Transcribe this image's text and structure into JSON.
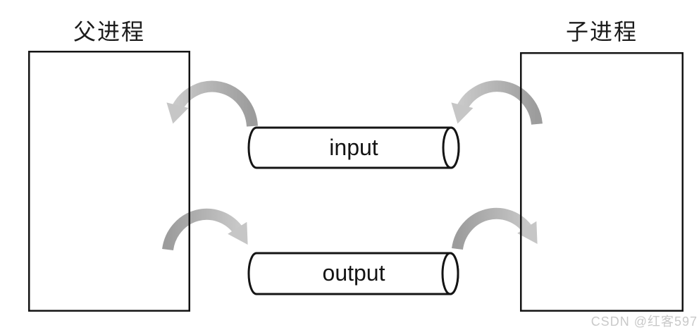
{
  "diagram": {
    "title_left": "父进程",
    "title_right": "子进程",
    "pipes": [
      {
        "label": "input"
      },
      {
        "label": "output"
      }
    ],
    "arrows": [
      {
        "name": "input-to-parent",
        "from": "input pipe",
        "to": "parent process"
      },
      {
        "name": "child-to-input",
        "from": "child process",
        "to": "input pipe"
      },
      {
        "name": "parent-to-output",
        "from": "parent process",
        "to": "output pipe"
      },
      {
        "name": "output-to-child",
        "from": "output pipe",
        "to": "child process"
      }
    ],
    "watermark": "CSDN @红客597",
    "colors": {
      "background": "#ffffff",
      "outline": "#141414",
      "text": "#1c1c1c",
      "arrow_dark": "#9c9c9c",
      "arrow_light": "#c9c9c9",
      "watermark": "#c9c9c9"
    }
  }
}
